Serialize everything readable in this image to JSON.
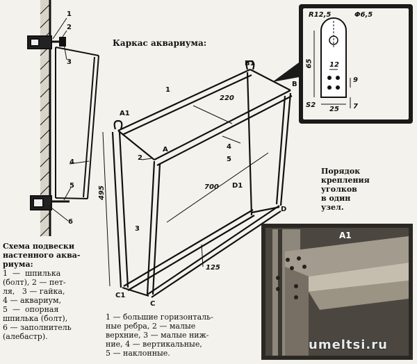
{
  "frame_title": "Каркас аквариума:",
  "wall_scheme": {
    "callouts": [
      "1",
      "2",
      "3",
      "4",
      "5",
      "6"
    ],
    "caption": [
      "Схема подвески",
      "настенного аква-",
      "риума:",
      "1  —  шпилька",
      "(болт), 2 — пет-",
      "ля,   3 — гайка,",
      "4 — аквариум,",
      "5  —  опорная",
      "шпилька (болт),",
      "6 — заполнитель",
      "(алебастр)."
    ]
  },
  "frame": {
    "corners": [
      "A1",
      "B1",
      "A",
      "B",
      "C1",
      "C",
      "D1",
      "D"
    ],
    "members": [
      "1",
      "2",
      "3",
      "4",
      "5"
    ],
    "dimensions": [
      "220",
      "700",
      "495",
      "125"
    ]
  },
  "frame_legend": [
    "1 — большие горизонталь-",
    "ные ребра, 2 — малые",
    "верхние, 3 — малые ниж-",
    "ние, 4 — вертикальные,",
    "5 — наклонные."
  ],
  "bracket_detail": {
    "dimensions": [
      "R12,5",
      "Φ6,5",
      "65",
      "12",
      "9",
      "S2",
      "25",
      "7"
    ]
  },
  "node_caption": [
    "Порядок",
    "крепления",
    "уголков",
    "в один",
    "узел."
  ],
  "node_photo": {
    "corner": "A1"
  },
  "watermark": "umeltsi.ru"
}
